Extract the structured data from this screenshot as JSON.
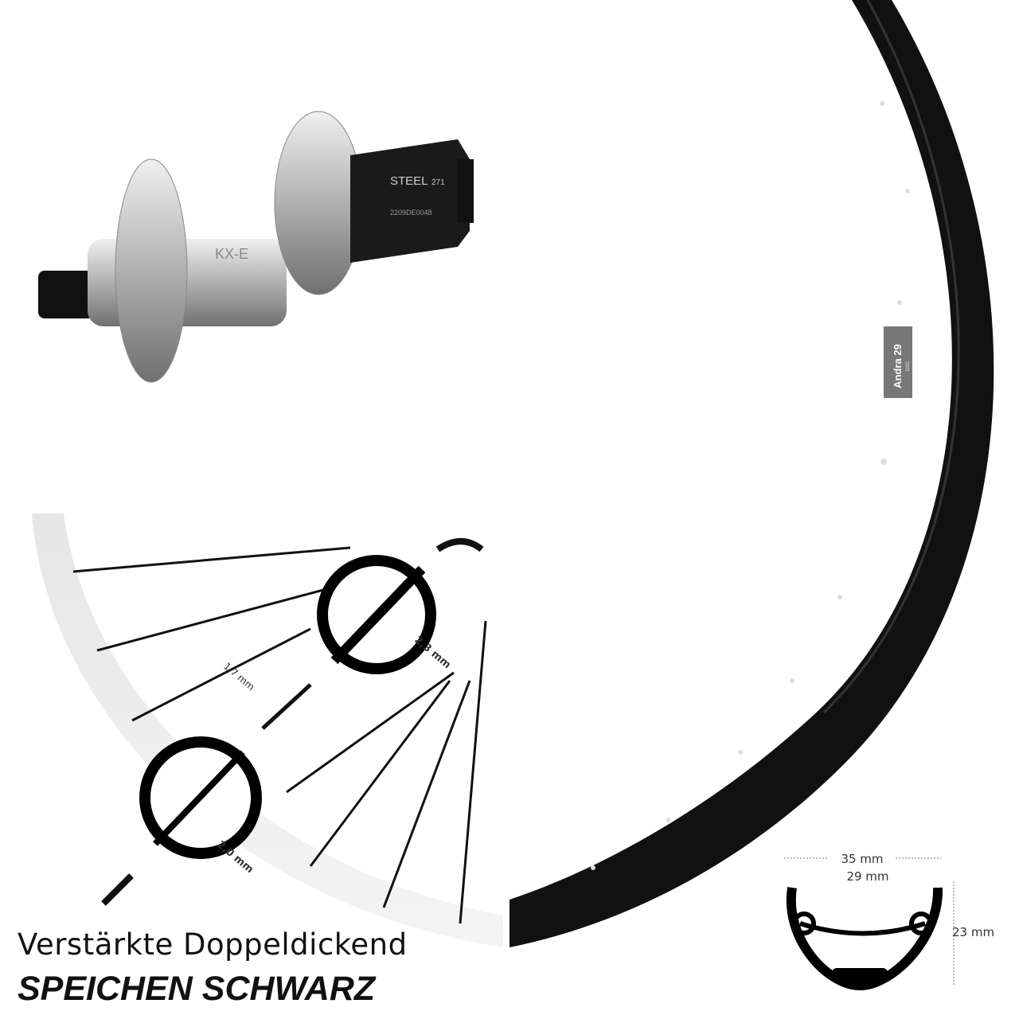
{
  "caption": {
    "line1": "Verstärkte Doppeldickend",
    "line2": "SPEICHEN SCHWARZ"
  },
  "spoke_diameters": {
    "thick_end": "2,3 mm",
    "thin_middle": "1,7 mm",
    "head_end": "2,0 mm"
  },
  "rim_label": {
    "model": "Andra 29",
    "sub": "DSC"
  },
  "hub_label": {
    "brand": "STEEL",
    "badge": "271",
    "serial": "2209DE0048",
    "body_text": "KX-E"
  },
  "rim_profile": {
    "outer_width": "35 mm",
    "inner_width": "29 mm",
    "height": "23 mm"
  },
  "colors": {
    "rim": "#111111",
    "hub": "#c8c8c8",
    "spoke": "#111111"
  }
}
